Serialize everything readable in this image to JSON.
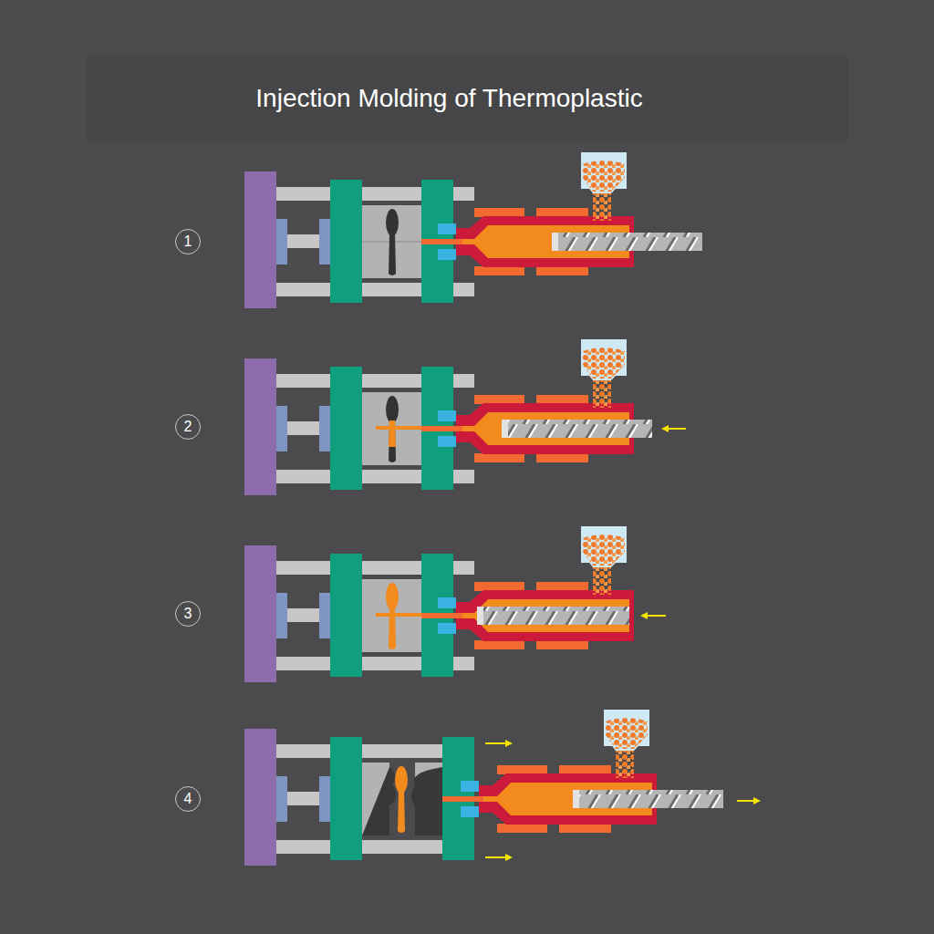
{
  "diagram": {
    "title": "Injection Molding of Thermoplastic",
    "nodes": [
      {
        "text": [
          "1"
        ]
      },
      {
        "text": [
          "2"
        ]
      },
      {
        "text": [
          "3"
        ]
      },
      {
        "text": [
          "4"
        ]
      }
    ]
  }
}
